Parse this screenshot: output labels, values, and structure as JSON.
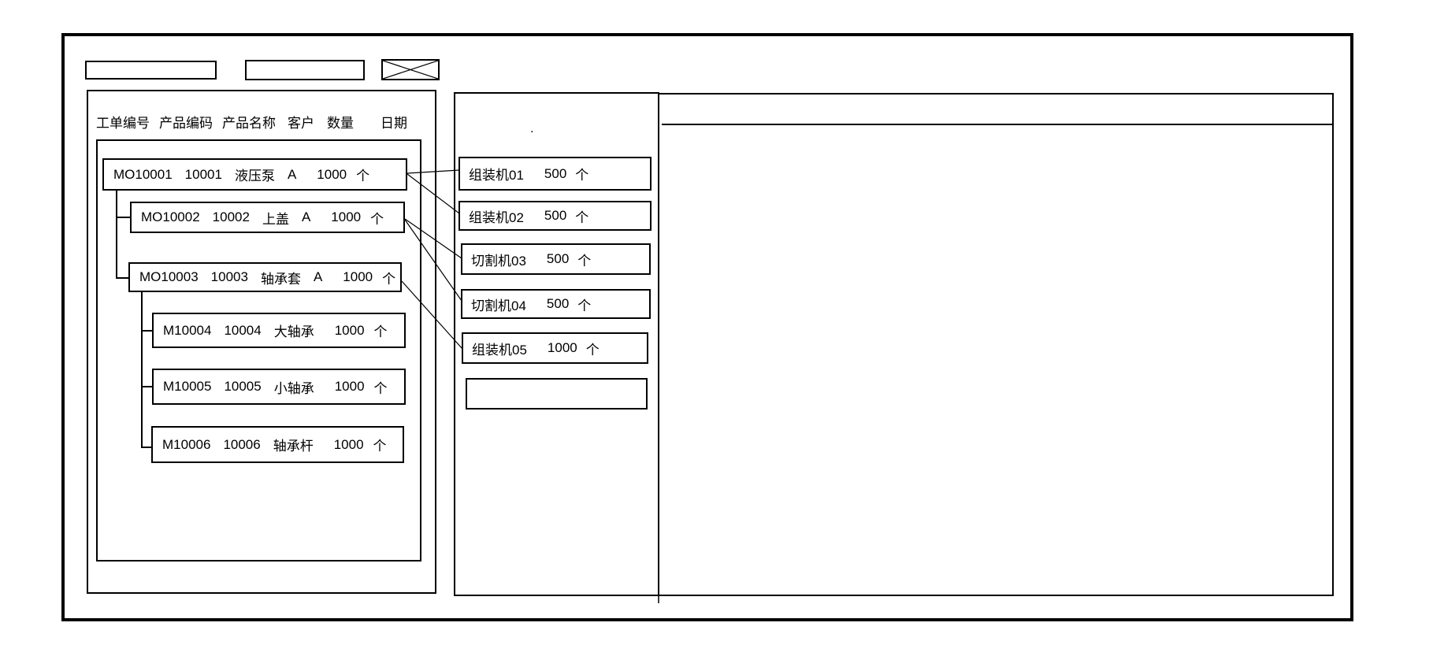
{
  "app": {
    "background": "#ffffff",
    "line_color": "#000000"
  },
  "toolbar": {
    "field1_value": "",
    "field2_value": "",
    "image_placeholder_icon": "crossed-rectangle"
  },
  "work_order_list": {
    "columns": [
      "工单编号",
      "产品编码",
      "产品名称",
      "客户",
      "数量",
      "日期"
    ],
    "orders": [
      {
        "order_no": "MO10001",
        "product_code": "10001",
        "product_name": "液压泵",
        "customer": "A",
        "qty": "1000",
        "unit": "个",
        "level": 0
      },
      {
        "order_no": "MO10002",
        "product_code": "10002",
        "product_name": "上盖",
        "customer": "A",
        "qty": "1000",
        "unit": "个",
        "level": 1
      },
      {
        "order_no": "MO10003",
        "product_code": "10003",
        "product_name": "轴承套",
        "customer": "A",
        "qty": "1000",
        "unit": "个",
        "level": 1
      },
      {
        "order_no": "M10004",
        "product_code": "10004",
        "product_name": "大轴承",
        "customer": "",
        "qty": "1000",
        "unit": "个",
        "level": 2
      },
      {
        "order_no": "M10005",
        "product_code": "10005",
        "product_name": "小轴承",
        "customer": "",
        "qty": "1000",
        "unit": "个",
        "level": 2
      },
      {
        "order_no": "M10006",
        "product_code": "10006",
        "product_name": "轴承杆",
        "customer": "",
        "qty": "1000",
        "unit": "个",
        "level": 2
      }
    ]
  },
  "machine_list": {
    "dot": ".",
    "machines": [
      {
        "name": "组装机01",
        "qty": "500",
        "unit": "个"
      },
      {
        "name": "组装机02",
        "qty": "500",
        "unit": "个"
      },
      {
        "name": "切割机03",
        "qty": "500",
        "unit": "个"
      },
      {
        "name": "切割机04",
        "qty": "500",
        "unit": "个"
      },
      {
        "name": "组装机05",
        "qty": "1000",
        "unit": "个"
      },
      {
        "name": "",
        "qty": "",
        "unit": ""
      }
    ]
  }
}
